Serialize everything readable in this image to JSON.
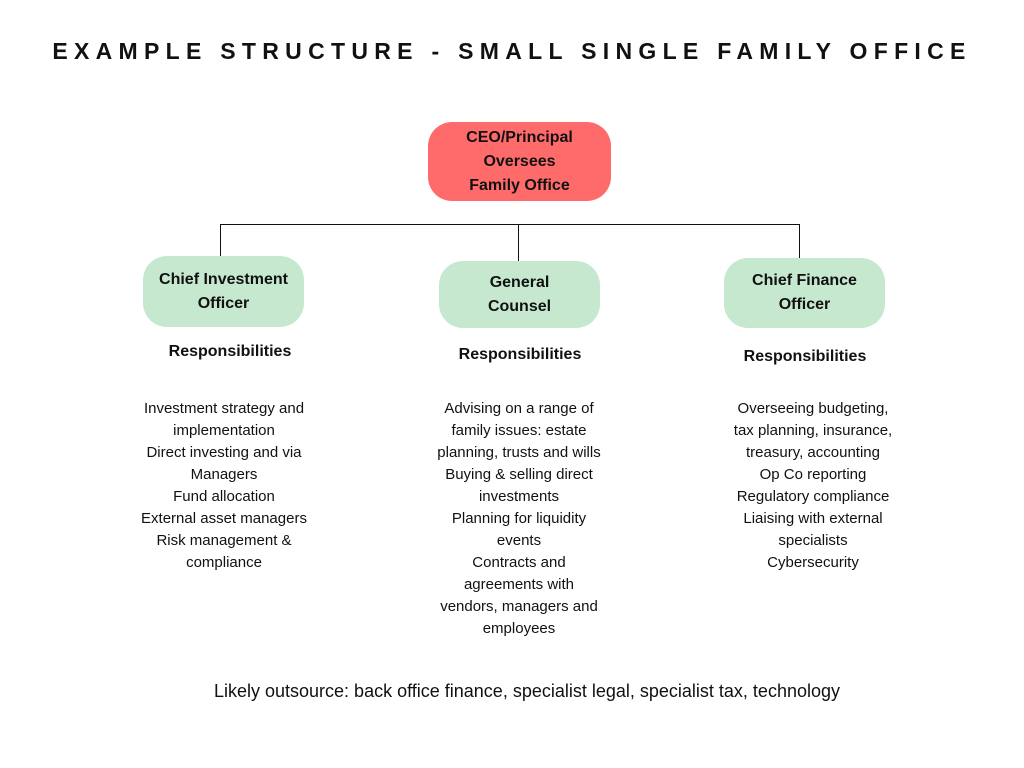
{
  "title": "EXAMPLE STRUCTURE - SMALL SINGLE FAMILY OFFICE",
  "ceo": {
    "lines": [
      "CEO/Principal",
      "Oversees",
      "Family Office"
    ]
  },
  "roles": [
    {
      "lines": [
        "Chief Investment",
        "Officer"
      ],
      "heading": "Responsibilities",
      "items": [
        "Investment strategy and",
        "implementation",
        "Direct investing and via",
        "Managers",
        "Fund allocation",
        "External asset managers",
        "Risk management &",
        "compliance"
      ]
    },
    {
      "lines": [
        "General",
        "Counsel"
      ],
      "heading": "Responsibilities",
      "items": [
        "Advising on a range of",
        "family issues: estate",
        "planning, trusts and wills",
        "Buying & selling direct",
        "investments",
        "Planning for liquidity",
        "events",
        "Contracts and",
        "agreements with",
        "vendors, managers and",
        "employees"
      ]
    },
    {
      "lines": [
        "Chief Finance",
        "Officer"
      ],
      "heading": "Responsibilities",
      "items": [
        "Overseeing budgeting,",
        "tax planning, insurance,",
        "treasury, accounting",
        "Op Co reporting",
        "Regulatory compliance",
        "Liaising with external",
        "specialists",
        "Cybersecurity"
      ]
    }
  ],
  "footer": "Likely outsource: back office finance, specialist legal, specialist tax, technology",
  "colors": {
    "ceo": "#ff6b6b",
    "role": "#c5e8cf"
  }
}
